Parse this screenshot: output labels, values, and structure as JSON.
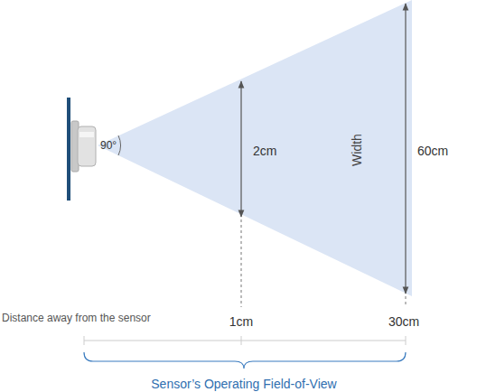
{
  "diagram": {
    "labels": [
      "90°",
      "2cm",
      "Width",
      "60cm",
      "Distance away from the sensor",
      "1cm",
      "30cm",
      "Sensor’s Operating Field-of-View"
    ]
  }
}
